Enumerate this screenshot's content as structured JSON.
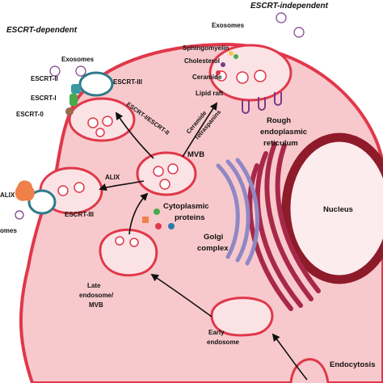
{
  "headers": {
    "escrt_dependent": "ESCRT-dependent",
    "escrt_independent": "ESCRT-independent"
  },
  "labels": {
    "exosomes_top_left": "Exosomes",
    "exosomes_top_right": "Exosomes",
    "exosomes_left": "omes",
    "escrt_ii": "ESCRT-II",
    "escrt_i": "ESCRT-I",
    "escrt_0": "ESCRT-0",
    "escrt_iii_top": "ESCRT-III",
    "escrt_iii_left": "ESCRT-III",
    "alix_left": "ALIX",
    "alix_arrow": "ALIX",
    "escrt_on_arrow": "ESCRT-I/ESCRT-II",
    "ceramide_tetraspanins": [
      "Ceramide",
      "Tetraspanins"
    ],
    "sphingomyelin": "Sphingomyelin",
    "cholesterol": "Cholesterol",
    "ceramide": "Ceramide",
    "lipid_raft": "Lipid raft",
    "mvb": "MVB",
    "cytoplasmic_proteins": [
      "Cytoplasmic",
      "proteins"
    ],
    "rough_er": [
      "Rough",
      "endoplasmic",
      "reticulum"
    ],
    "nucleus": "Nucleus",
    "golgi": [
      "Golgi",
      "complex"
    ],
    "late_endosome": [
      "Late",
      "endosome/",
      "MVB"
    ],
    "early_endosome": [
      "Early",
      "endosome"
    ],
    "endocytosis": "Endocytosis"
  },
  "colors": {
    "cell_fill": "#f8c9cc",
    "cell_outline": "#e0384a",
    "vesicle_fill": "#fbe3e5",
    "nucleus_fill": "#fdecee",
    "nucleus_outline": "#8e1b2a",
    "er_color": "#a8284a",
    "golgi_color": "#8f88c4",
    "escrt_ii": "#3a9aa0",
    "escrt_i": "#4aaa4a",
    "escrt_0": "#9a6a4a",
    "alix": "#f0804a",
    "escrt_iii": "#2e7a8a",
    "tetraspanin": "#7a3a8a"
  }
}
